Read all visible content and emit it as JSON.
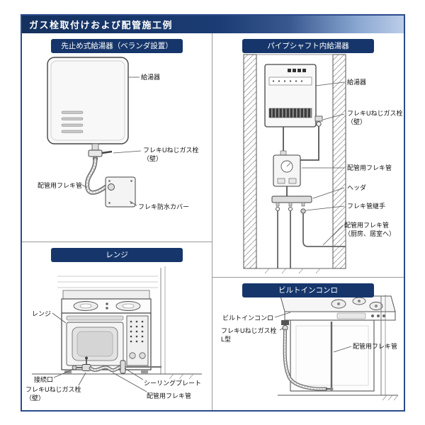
{
  "page": {
    "title": "ガス栓取付けおよび配管施工例"
  },
  "panels": {
    "veranda": {
      "title": "先止め式給湯器（ベランダ設置）",
      "labels": {
        "heater": "給湯器",
        "valve_line1": "フレキUねじガス栓",
        "valve_line2": "（壁）",
        "flex_pipe": "配管用フレキ管",
        "waterproof_cover": "フレキ防水カバー"
      }
    },
    "pipe_shaft": {
      "title": "パイプシャフト内給湯器",
      "labels": {
        "heater": "給湯器",
        "valve_line1": "フレキUねじガス栓",
        "valve_line2": "（壁）",
        "flex_pipe": "配管用フレキ管",
        "header": "ヘッダ",
        "flex_joint": "フレキ管継手",
        "flex_pipe2_line1": "配管用フレキ管",
        "flex_pipe2_line2": "（厨房、居室へ）"
      }
    },
    "range": {
      "title": "レンジ",
      "labels": {
        "range": "レンジ",
        "connection_port": "接続口",
        "valve_line1": "フレキUねじガス栓",
        "valve_line2": "（壁）",
        "sealing_plate": "シーリングプレート",
        "flex_pipe": "配管用フレキ管"
      }
    },
    "builtin_stove": {
      "title": "ビルトインコンロ",
      "labels": {
        "stove": "ビルトインコンロ",
        "valve_line1": "フレキUねじガス栓",
        "valve_line2": "L型",
        "flex_pipe": "配管用フレキ管"
      }
    }
  },
  "colors": {
    "navy": "#16366b",
    "frame_border": "#2b4a8c",
    "header_gradient_end": "#bccde8",
    "line": "#444444"
  }
}
